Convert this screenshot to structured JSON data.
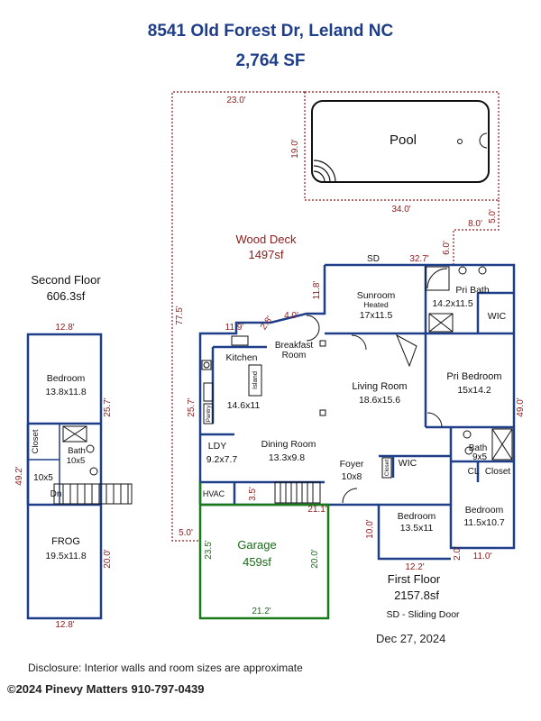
{
  "header": {
    "address": "8541 Old Forest Dr, Leland NC",
    "area": "2,764 SF"
  },
  "exterior": {
    "pool": "Pool",
    "wood_deck": "Wood Deck",
    "wood_deck_sf": "1497sf",
    "dims": {
      "d23": "23.0'",
      "d19": "19.0'",
      "d34": "34.0'",
      "d8": "8.0'",
      "d5a": "5.0'",
      "d6": "6.0'",
      "d775": "77.5'",
      "d5b": "5.0'"
    }
  },
  "second_floor": {
    "title": "Second Floor",
    "area": "606.3sf",
    "dims": {
      "top": "12.8'",
      "bottom": "12.8'",
      "left": "49.2'",
      "right1": "25.7'",
      "right2": "20.0'"
    },
    "rooms": {
      "bedroom": "Bedroom",
      "bedroom_size": "13.8x11.8",
      "closet": "Closet",
      "bath": "Bath",
      "bath_size": "10x5",
      "size_10x5": "10x5",
      "dn": "Dn",
      "frog": "FROG",
      "frog_size": "19.5x11.8"
    }
  },
  "first_floor": {
    "title": "First Floor",
    "area": "2157.8sf",
    "legend": "SD - Sliding Door",
    "dims": {
      "sd": "SD",
      "d327": "32.7'",
      "d118": "11.8'",
      "d40": "4.0'",
      "d119": "11.9'",
      "d28": "2.8'",
      "d257": "25.7'",
      "d35": "3.5'",
      "d211": "21.1'",
      "d490": "49.0'",
      "d100": "10.0'",
      "d122": "12.2'",
      "d20": "2.0'",
      "d110": "11.0'"
    },
    "rooms": {
      "sunroom": "Sunroom",
      "heated": "Heated",
      "sunroom_size": "17x11.5",
      "pri_bath": "Pri Bath",
      "pri_bath_size": "14.2x11.5",
      "wic": "WIC",
      "breakfast1": "Breakfast",
      "breakfast2": "Room",
      "kitchen": "Kitchen",
      "island": "Island",
      "pantry": "Pantry",
      "kitchen_size": "14.6x11",
      "living": "Living Room",
      "living_size": "18.6x15.6",
      "pri_bedroom": "Pri Bedroom",
      "pri_bedroom_size": "15x14.2",
      "ldy": "LDY",
      "ldy_size": "9.2x7.7",
      "dining": "Dining Room",
      "dining_size": "13.3x9.8",
      "foyer": "Foyer",
      "foyer_size": "10x8",
      "closet_small": "Closet",
      "wic2": "WIC",
      "bath": "Bath",
      "bath_size": "9x5",
      "cl": "CL",
      "closet": "Closet",
      "bedroom_a": "Bedroom",
      "bedroom_a_size": "13.5x11",
      "bedroom_b": "Bedroom",
      "bedroom_b_size": "11.5x10.7",
      "hvac": "HVAC"
    }
  },
  "garage": {
    "label": "Garage",
    "area": "459sf",
    "dims": {
      "left": "23.5'",
      "right": "20.0'",
      "bottom": "21.2'"
    }
  },
  "footer": {
    "date": "Dec 27, 2024",
    "disclosure": "Disclosure: Interior walls and room sizes are approximate",
    "credit": "©2024 Pinevy Matters  910-797-0439"
  },
  "colors": {
    "header": "#1f3e8a",
    "walls": "#1f3e8a",
    "garage": "#1a7a1a",
    "deck": "#8b1a1a"
  }
}
